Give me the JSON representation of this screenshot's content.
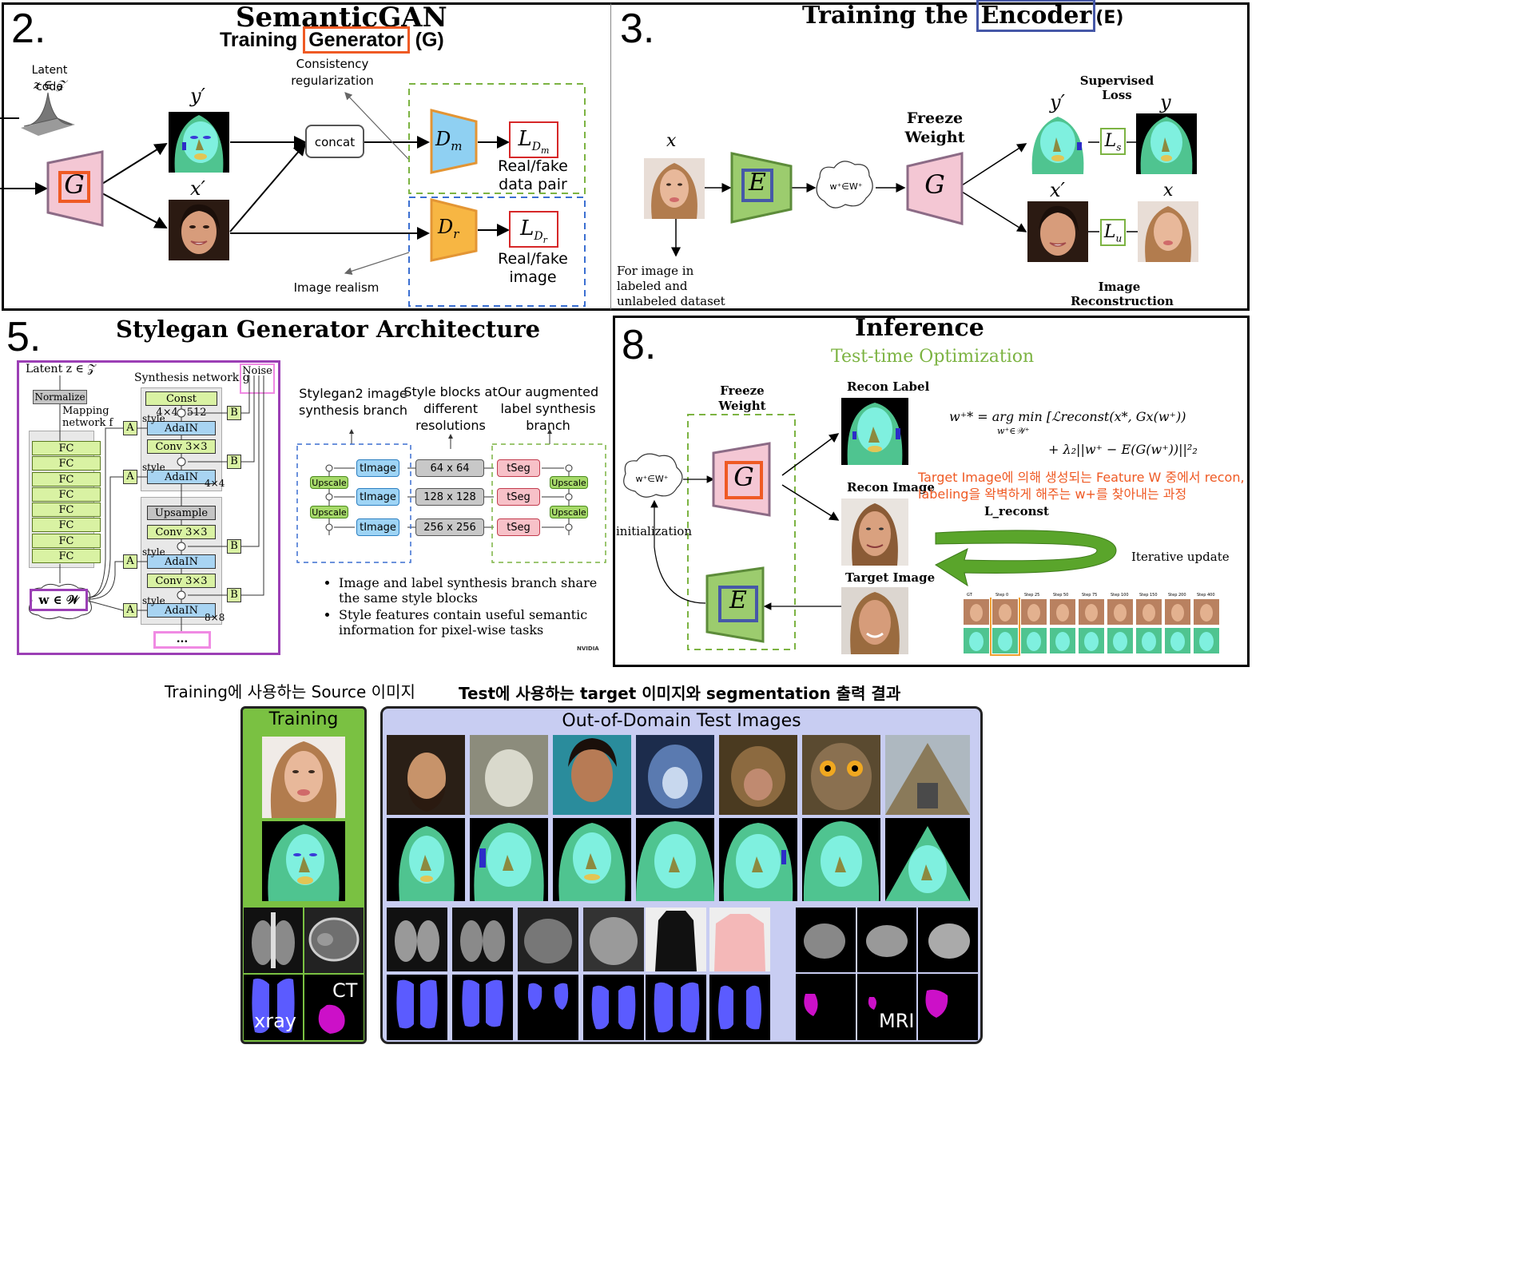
{
  "panel2": {
    "number": "2.",
    "title": "SemanticGAN",
    "subtitle_prefix": "Training",
    "subtitle_boxed": "Generator",
    "subtitle_suffix": "(G)",
    "latent_code": "Latent code",
    "latent_math": "z ∈ 𝒵",
    "g_label": "G",
    "y_prime": "y′",
    "x_prime": "x′",
    "concat": "concat",
    "consistency": "Consistency regularization",
    "dm": "Dm",
    "dr": "Dr",
    "ldm": "LDm",
    "ldr": "LDr",
    "realfake_pair": "Real/fake data pair",
    "realfake_image": "Real/fake image",
    "image_realism": "Image realism"
  },
  "panel3": {
    "number": "3.",
    "title_prefix": "Training the",
    "title_boxed": "Encoder",
    "title_suffix": "(E)",
    "x": "x",
    "e_label": "E",
    "wplus": "w⁺∈W⁺",
    "freeze_weight": "Freeze Weight",
    "g_label": "G",
    "y_prime": "y′",
    "x_prime": "x′",
    "y": "y",
    "x2": "x",
    "ls": "Ls",
    "lu": "Lu",
    "supervised_loss": "Supervised Loss",
    "image_recon": "Image Reconstruction",
    "dataset_note": "For image in labeled and unlabeled dataset"
  },
  "panel5": {
    "number": "5.",
    "title": "Stylegan Generator Architecture",
    "latent": "Latent z ∈ 𝒵",
    "normalize": "Normalize",
    "mapping": "Mapping network f",
    "fc_labels": [
      "FC",
      "FC",
      "FC",
      "FC",
      "FC",
      "FC",
      "FC",
      "FC"
    ],
    "w_label": "w ∈ 𝒲",
    "synthesis": "Synthesis network g",
    "noise": "Noise",
    "const": "Const 4×4×512",
    "adain": "AdaIN",
    "conv": "Conv 3×3",
    "upsample": "Upsample",
    "style": "style",
    "a_label": "A",
    "b_label": "B",
    "res1": "4×4",
    "res2": "8×8",
    "ellipsis": "...",
    "branch1": "Stylegan2 image synthesis branch",
    "branch2": "Style blocks at different resolutions",
    "branch3": "Our augmented label synthesis branch",
    "timage": "tImage",
    "tseg": "tSeg",
    "upscale": "Upscale",
    "resolutions": [
      "64 x 64",
      "128 x 128",
      "256 x 256"
    ],
    "bullet1": "Image and label synthesis branch share the same style blocks",
    "bullet2": "Style features contain useful semantic information for pixel-wise tasks",
    "nvidia": "NVIDIA"
  },
  "panel8": {
    "number": "8.",
    "title": "Inference",
    "subtitle": "Test-time Optimization",
    "freeze_weight": "Freeze Weight",
    "g_label": "G",
    "e_label": "E",
    "wplus": "w⁺∈W⁺",
    "init": "initialization",
    "recon_label": "Recon Label",
    "recon_image": "Recon Image",
    "target_image": "Target Image",
    "l_reconst": "L_reconst",
    "iterative": "Iterative update",
    "formula1": "w⁺* = arg min [ℒreconst(x*, Gx(w⁺))",
    "formula_sub": "w⁺∈𝒲⁺",
    "formula2": "+ λ₂||w⁺ − E(G(w⁺))||²₂",
    "korean_note1": "Target Image에 의해 생성되는 Feature W 중에서 recon,",
    "korean_note2": "labeling을 왁벽하게 해주는 w+를 찾아내는 과정",
    "step_labels": [
      "GT",
      "Step 0",
      "Step 25",
      "Step 50",
      "Step 75",
      "Step 100",
      "Step 150",
      "Step 200",
      "Step 400"
    ]
  },
  "bottom": {
    "left_caption": "Training에 사용하는 Source 이미지",
    "right_caption": "Test에 사용하는 target 이미지와 segmentation 출력 결과",
    "training": "Training",
    "ood": "Out-of-Domain Test Images",
    "xray": "xray",
    "ct": "CT",
    "mri": "MRI"
  },
  "colors": {
    "orange": "#ef5a24",
    "blue_box": "#4658a8",
    "green_dash": "#7cb342",
    "blue_dash": "#3b6fd1",
    "red_box": "#d62728",
    "g_fill": "#f4c7d4",
    "dm_fill": "#8fd0f2",
    "dr_fill": "#f7b643",
    "e_fill": "#9ccc6e",
    "purple": "#9b3fb5",
    "training_bg": "#7ac142",
    "ood_bg": "#c8cdf2",
    "seg_hair": "#4fc490",
    "seg_face": "#7ff0df",
    "lung": "#5b5bff",
    "organ": "#cc10c8"
  }
}
